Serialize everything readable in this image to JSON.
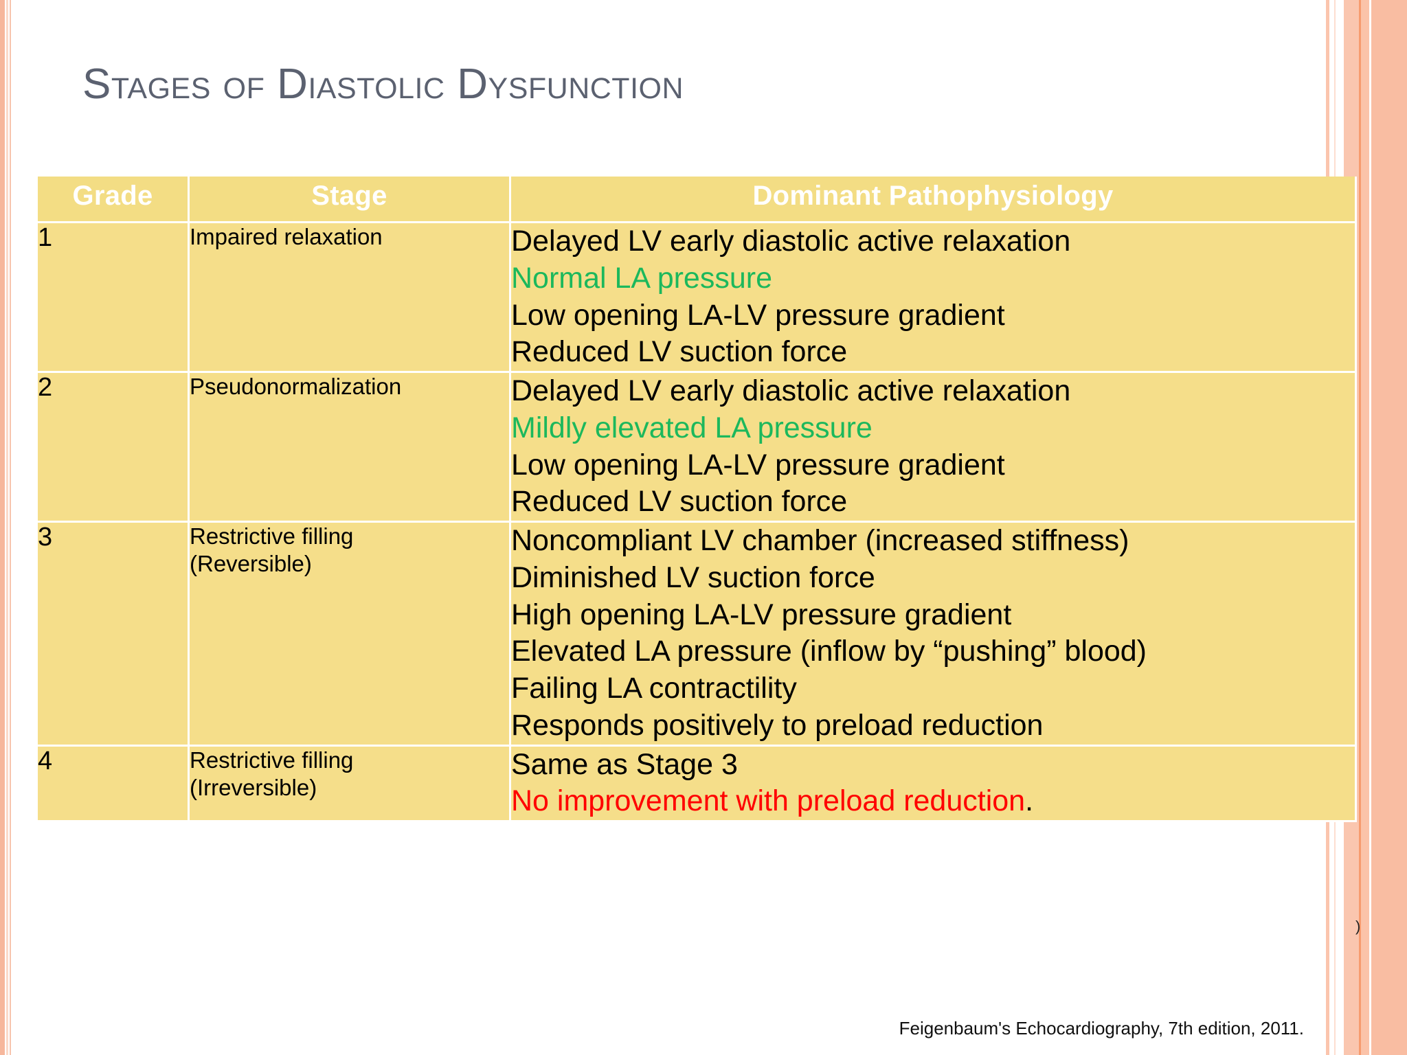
{
  "slide": {
    "title": "Stages of Diastolic Dysfunction",
    "footer_citation": "Feigenbaum's Echocardiography,  7th edition, 2011.",
    "stray_mark": ")"
  },
  "colors": {
    "table_fill": "#f5de8a",
    "header_fill": "#f3dd84",
    "header_text": "#ffffff",
    "title_text": "#5b6170",
    "grid_line": "#ffffff",
    "green_highlight": "#1cb85c",
    "red_highlight": "#ff0000",
    "edge_accent": "#f9bda2"
  },
  "table": {
    "columns": [
      {
        "key": "grade",
        "label": "Grade"
      },
      {
        "key": "stage",
        "label": "Stage"
      },
      {
        "key": "pathophysiology",
        "label": "Dominant Pathophysiology"
      }
    ],
    "rows": [
      {
        "grade": "1",
        "stage": "Impaired relaxation",
        "pathophysiology": [
          {
            "text": "Delayed LV early diastolic active relaxation",
            "color": "black"
          },
          {
            "text": "Normal LA pressure",
            "color": "green"
          },
          {
            "text": "Low opening LA-LV pressure gradient",
            "color": "black"
          },
          {
            "text": "Reduced LV suction force",
            "color": "black"
          }
        ]
      },
      {
        "grade": "2",
        "stage": "Pseudonormalization",
        "pathophysiology": [
          {
            "text": "Delayed LV early diastolic active relaxation",
            "color": "black"
          },
          {
            "text": "Mildly elevated LA pressure",
            "color": "green"
          },
          {
            "text": "Low opening LA-LV pressure gradient",
            "color": "black"
          },
          {
            "text": "Reduced LV suction force",
            "color": "black"
          }
        ]
      },
      {
        "grade": "3",
        "stage": "Restrictive filling\n(Reversible)",
        "pathophysiology": [
          {
            "text": "Noncompliant LV chamber (increased stiffness)",
            "color": "black"
          },
          {
            "text": "Diminished LV suction force",
            "color": "black"
          },
          {
            "text": "High opening LA-LV pressure gradient",
            "color": "black"
          },
          {
            "text": "Elevated LA pressure (inflow by “pushing” blood)",
            "color": "black"
          },
          {
            "text": "Failing LA contractility",
            "color": "black"
          },
          {
            "text": "Responds positively to preload reduction",
            "color": "black"
          }
        ]
      },
      {
        "grade": "4",
        "stage": "Restrictive filling\n(Irreversible)",
        "pathophysiology": [
          {
            "text": "Same as Stage 3",
            "color": "black"
          },
          {
            "text": "No improvement with preload reduction",
            "color": "red",
            "suffix": "."
          }
        ]
      }
    ]
  }
}
